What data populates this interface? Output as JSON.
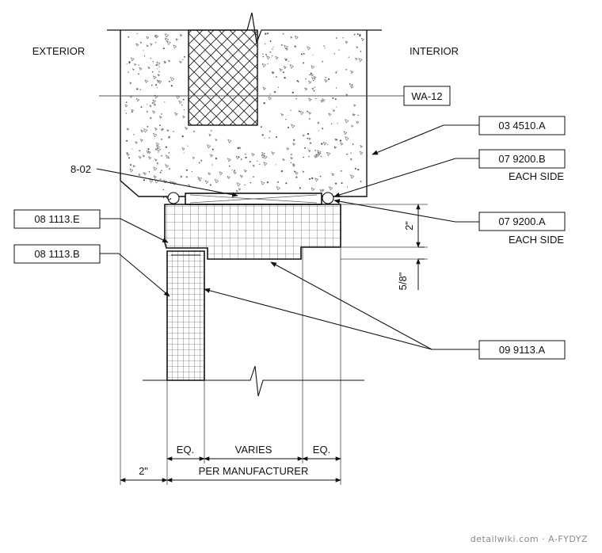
{
  "labels": {
    "exterior": "EXTERIOR",
    "interior": "INTERIOR",
    "wall_tag": "WA-12",
    "callout_8_02": "8-02"
  },
  "keynotes": {
    "concrete": "03 4510.A",
    "sealant_b": "07 9200.B",
    "sealant_b_note": "EACH SIDE",
    "sealant_a": "07 9200.A",
    "sealant_a_note": "EACH SIDE",
    "frame_head": "08 1113.E",
    "frame_jamb": "08 1113.B",
    "paint": "09 9113.A"
  },
  "dimensions": {
    "head_height": "2\"",
    "head_offset": "5/8\"",
    "eq_left": "EQ.",
    "varies": "VARIES",
    "eq_right": "EQ.",
    "offset": "2\"",
    "overall": "PER MANUFACTURER"
  },
  "footer": {
    "watermark": "detailwiki.com · A-FYDYZ"
  }
}
